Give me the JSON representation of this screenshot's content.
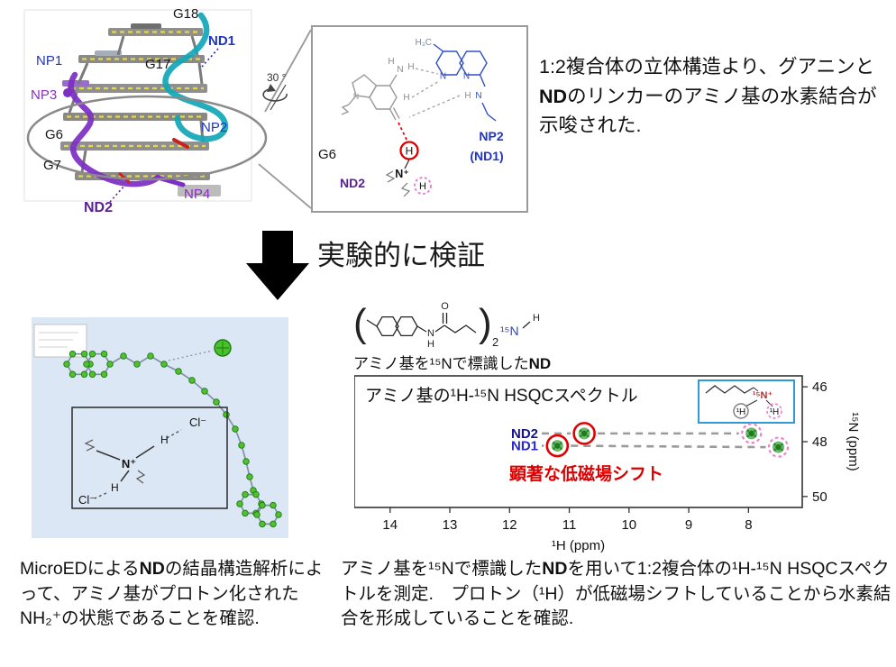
{
  "structure3d": {
    "g18": "G18",
    "nd1": "ND1",
    "np1": "NP1",
    "g17": "G17",
    "np3": "NP3",
    "g6": "G6",
    "np2": "NP2",
    "g7": "G7",
    "np4": "NP4",
    "nd2": "ND2",
    "rotation": "30 °"
  },
  "zoom_box": {
    "h3c": "H₃C",
    "n_a": "N",
    "n_b": "N",
    "gn": "N",
    "n_am": "N",
    "h1": "H",
    "h2": "H",
    "h3": "H",
    "amide_h": "H",
    "amide_n": "N",
    "h_red": "H",
    "n_plus": "N⁺",
    "h_pink": "H",
    "g6": "G6",
    "np2": "NP2",
    "nd1": "(ND1)",
    "nd2": "ND2"
  },
  "top_right_text": {
    "part1": "1:2複合体の立体構造より、グアニンと",
    "nd": "ND",
    "part2": "のリンカーのアミノ基の水素結合が示唆された."
  },
  "verify": {
    "label": "実験的に検証"
  },
  "microed": {
    "cl_top": "Cl⁻",
    "cl_bottom": "Cl⁻",
    "n_plus": "N⁺",
    "h_top": "H",
    "h_bottom": "H",
    "caption_part1": "MicroEDによる",
    "caption_nd": "ND",
    "caption_part2": "の結晶構造解析によって、アミノ基がプロトン化されたNH₂⁺の状態であることを確認."
  },
  "nd_probe": {
    "paren_left": "(",
    "paren_right": ")",
    "sub2": "2",
    "n_label": "N",
    "h_label": "H",
    "o_label": "O",
    "n15": "¹⁵N",
    "n15_h": "H",
    "caption_part1": "アミノ基を¹⁵Nで標識した",
    "caption_nd": "ND"
  },
  "hsqc": {
    "title": "アミノ基の¹H-¹⁵N HSQCスペクトル",
    "red_note": "顕著な低磁場シフト",
    "inset": {
      "n15": "¹⁵N⁺",
      "h_left": "¹H",
      "h_right": "¹H"
    },
    "chart_data": {
      "type": "scatter",
      "xlabel": "¹H (ppm)",
      "ylabel": "¹⁵N (ppm)",
      "x_ticks": [
        14,
        13,
        12,
        11,
        10,
        9,
        8
      ],
      "y_ticks": [
        46,
        48,
        50
      ],
      "xlim": [
        14.6,
        7.1
      ],
      "ylim": [
        45.6,
        50.4
      ],
      "axes_note": "NMR convention: ppm decreases to the right and downward axis for 15N",
      "series": [
        {
          "name": "ND2",
          "label_color": "#14148c",
          "points": [
            {
              "h": 10.75,
              "n": 47.7,
              "state": "complex",
              "ring": "red"
            },
            {
              "h": 7.95,
              "n": 47.7,
              "state": "free",
              "ring": "pink-dashed"
            }
          ]
        },
        {
          "name": "ND1",
          "label_color": "#2828c8",
          "points": [
            {
              "h": 11.2,
              "n": 48.15,
              "state": "complex",
              "ring": "red"
            },
            {
              "h": 7.5,
              "n": 48.2,
              "state": "free",
              "ring": "pink-dashed"
            }
          ]
        }
      ],
      "connector_style": "gray-dashed"
    }
  },
  "bottom_right_caption": {
    "part1": "アミノ基を¹⁵Nで標識した",
    "nd": "ND",
    "part2": "を用いて1:2複合体の¹H-¹⁵N HSQCスペクトルを測定.　プロトン（¹H）が低磁場シフトしていることから水素結合を形成していることを確認."
  }
}
